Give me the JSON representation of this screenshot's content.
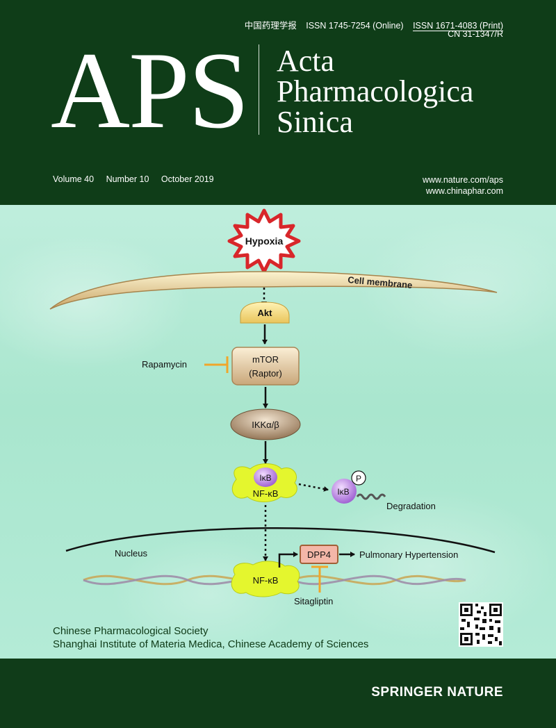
{
  "header": {
    "chinese_title": "中国药理学报",
    "issn_online": "ISSN  1745-7254 (Online)",
    "issn_print": "ISSN 1671-4083 (Print)",
    "cn": "CN 31-1347/R",
    "logo": "APS",
    "journal_line1": "Acta",
    "journal_line2": "Pharmacologica",
    "journal_line3": "Sinica",
    "volume": "Volume 40",
    "number": "Number 10",
    "date": "October 2019",
    "url1": "www.nature.com/aps",
    "url2": "www.chinaphar.com"
  },
  "diagram": {
    "hypoxia": "Hypoxia",
    "cell_membrane": "Cell membrane",
    "akt": "Akt",
    "mtor_line1": "mTOR",
    "mtor_line2": "(Raptor)",
    "rapamycin": "Rapamycin",
    "ikk": "IKKα/β",
    "ikb": "IκB",
    "nfkb": "NF-κB",
    "p": "P",
    "ikb2": "IκB",
    "degradation": "Degradation",
    "nucleus": "Nucleus",
    "dpp4": "DPP4",
    "pulmonary": "Pulmonary Hypertension",
    "nfkb2": "NF-κB",
    "sitagliptin": "Sitagliptin"
  },
  "footer": {
    "society1": "Chinese Pharmacological Society",
    "society2": "Shanghai Institute of Materia Medica, Chinese Academy of Sciences",
    "publisher": "SPRINGER NATURE"
  },
  "colors": {
    "header_green": "#0f3d18",
    "art_mint": "#b4ebd7",
    "inhibitor_orange": "#f0a62a",
    "hypoxia_red": "#d8262a"
  }
}
